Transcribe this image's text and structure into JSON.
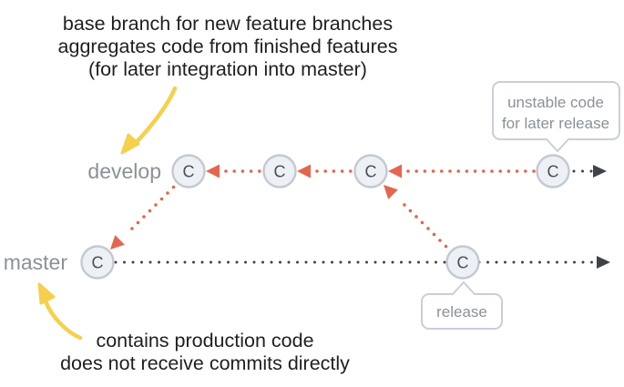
{
  "diagram": {
    "develop_note": {
      "lines": [
        "base branch for new feature branches",
        "aggregates code from finished features",
        "(for later integration into master)"
      ]
    },
    "master_note": {
      "lines": [
        "contains production code",
        "does not receive commits directly"
      ]
    },
    "branches": {
      "develop": {
        "label": "develop"
      },
      "master": {
        "label": "master"
      }
    },
    "commit_letter": "C",
    "callouts": {
      "unstable": {
        "lines": [
          "unstable code",
          "for later release"
        ]
      },
      "release": {
        "label": "release"
      }
    }
  },
  "colors": {
    "accent_red": "#e4664f",
    "accent_yellow": "#f6d04d",
    "line_dark": "#3e4348",
    "label_gray": "#8b9198",
    "circle_fill": "#edf0f5",
    "circle_border": "#c3c9d1",
    "commit_text": "#4a5056",
    "callout_border": "#c9cfd6",
    "annotation_text": "#1f1f1f"
  }
}
